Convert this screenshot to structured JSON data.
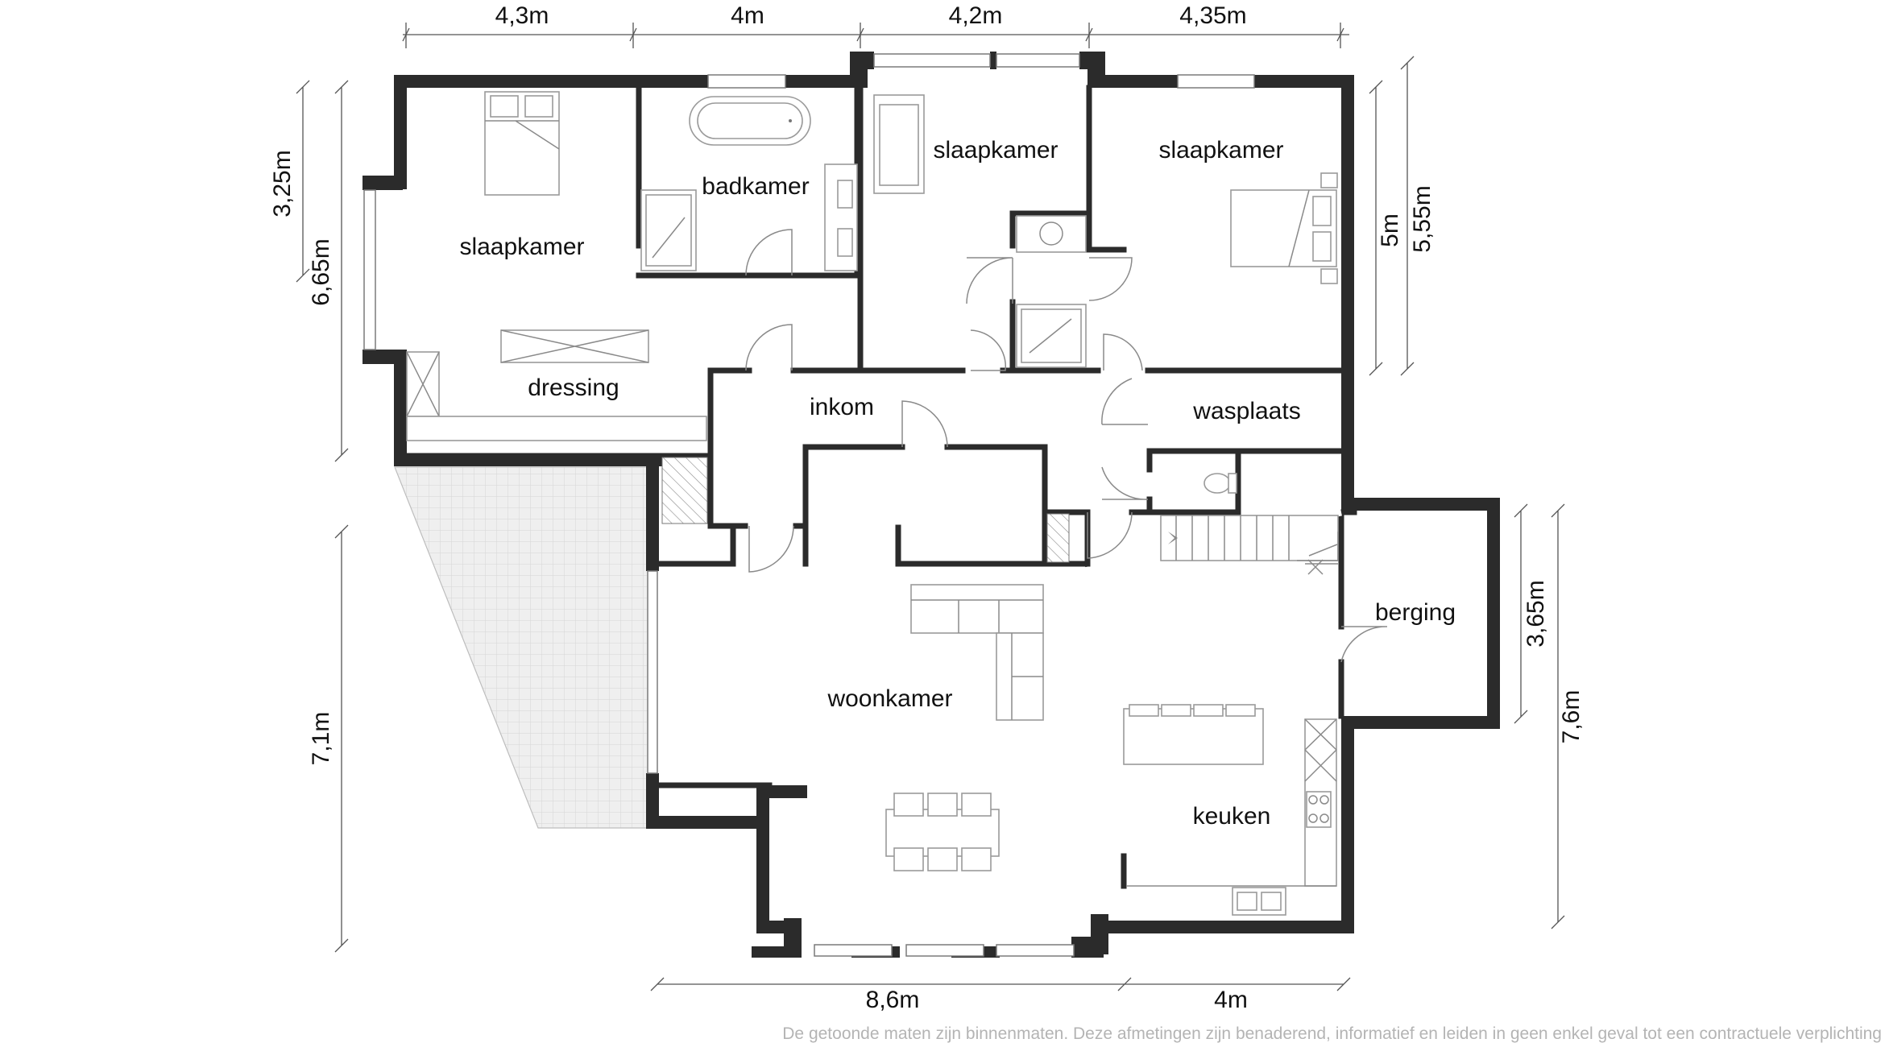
{
  "rooms": {
    "slaapkamer_1": "slaapkamer",
    "badkamer": "badkamer",
    "slaapkamer_2": "slaapkamer",
    "slaapkamer_3": "slaapkamer",
    "dressing": "dressing",
    "inkom": "inkom",
    "wasplaats": "wasplaats",
    "berging": "berging",
    "woonkamer": "woonkamer",
    "keuken": "keuken"
  },
  "dimensions": {
    "top": [
      "4,3m",
      "4m",
      "4,2m",
      "4,35m"
    ],
    "left_325": "3,25m",
    "left_665": "6,65m",
    "left_71": "7,1m",
    "right_5": "5m",
    "right_555": "5,55m",
    "right_365": "3,65m",
    "right_76": "7,6m",
    "bottom": [
      "8,6m",
      "4m"
    ]
  },
  "disclaimer": "De getoonde maten zijn binnenmaten. Deze afmetingen zijn benaderend, informatief en leiden in geen enkel geval tot een contractuele verplichting"
}
